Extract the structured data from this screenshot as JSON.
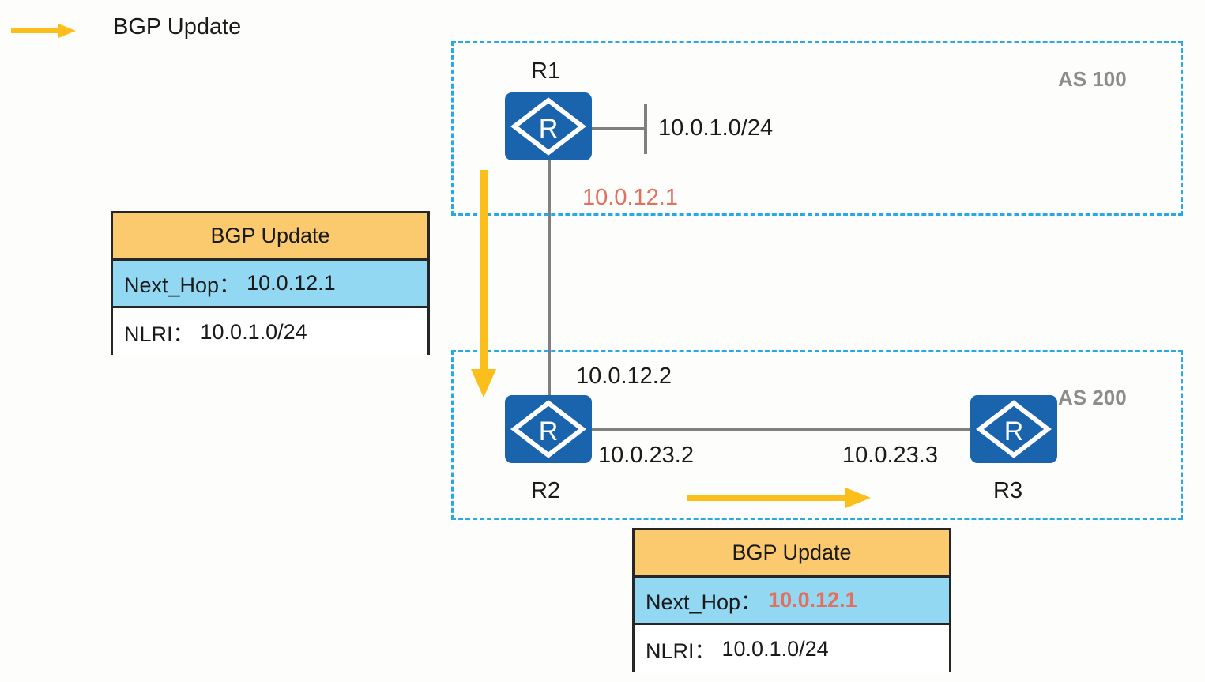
{
  "legend": {
    "arrow_icon": "arrow-right-icon",
    "label": "BGP Update",
    "arrow_color": "#fbbe1a"
  },
  "regions": [
    {
      "id": "as100",
      "label": "AS 100",
      "border_color": "#29a8e8"
    },
    {
      "id": "as200",
      "label": "AS 200",
      "border_color": "#29a8e8"
    }
  ],
  "routers": [
    {
      "id": "r1",
      "name": "R1",
      "glyph": "R",
      "color": "#1a63ad"
    },
    {
      "id": "r2",
      "name": "R2",
      "glyph": "R",
      "color": "#1a63ad"
    },
    {
      "id": "r3",
      "name": "R3",
      "glyph": "R",
      "color": "#1a63ad"
    }
  ],
  "labels": {
    "stub_network": "10.0.1.0/24",
    "r1_link_ip": "10.0.12.1",
    "r2_link_ip": "10.0.12.2",
    "r2_r3_left_ip": "10.0.23.2",
    "r2_r3_right_ip": "10.0.23.3"
  },
  "colors": {
    "accent_blue": "#1a63ad",
    "dashed_border": "#29a8e8",
    "arrow_yellow": "#fbbe1a",
    "highlight_red": "#e2705f",
    "table_header": "#fbca6f",
    "table_nexthop": "#93d8f2",
    "link_gray": "#808080",
    "as_label_gray": "#8c8c8c"
  },
  "bgp_tables": [
    {
      "id": "left",
      "title": "BGP Update",
      "rows": [
        {
          "key": "Next_Hop：",
          "value": "10.0.12.1",
          "emphasis": "normal"
        },
        {
          "key": "NLRI：",
          "value": "10.0.1.0/24",
          "emphasis": "normal"
        }
      ]
    },
    {
      "id": "bottom",
      "title": "BGP Update",
      "rows": [
        {
          "key": "Next_Hop：",
          "value": "10.0.12.1",
          "emphasis": "red-bold"
        },
        {
          "key": "NLRI：",
          "value": "10.0.1.0/24",
          "emphasis": "normal"
        }
      ]
    }
  ],
  "arrows": [
    {
      "id": "vertical-update-arrow",
      "direction": "down",
      "color": "#fbbe1a"
    },
    {
      "id": "horizontal-update-arrow",
      "direction": "right",
      "color": "#fbbe1a"
    }
  ]
}
